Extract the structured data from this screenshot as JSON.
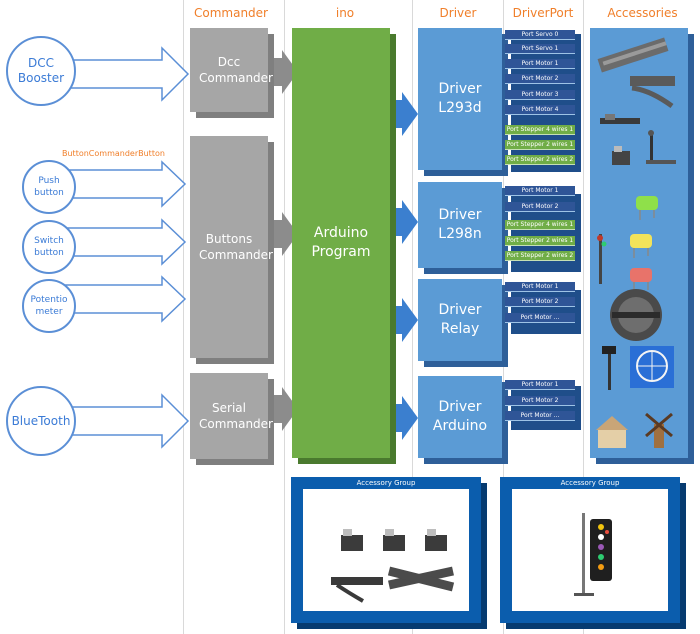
{
  "headers": {
    "commander": "Commander",
    "ino": "ino",
    "driver": "Driver",
    "driverport": "DriverPort",
    "accessories": "Accessories"
  },
  "inputs": {
    "dcc_booster": "DCC Booster",
    "button_commander_button": "ButtonCommanderButton",
    "push_button": "Push button",
    "switch_button": "Switch button",
    "potentiometer": "Potentio meter",
    "bluetooth": "BlueTooth"
  },
  "commanders": {
    "dcc": "Dcc Commander",
    "buttons": "Buttons Commander",
    "serial": "Serial Commander"
  },
  "ino": {
    "program": "Arduino Program"
  },
  "drivers": {
    "l293d": "Driver L293d",
    "l298n": "Driver L298n",
    "relay": "Driver Relay",
    "arduino": "Driver Arduino"
  },
  "ports": {
    "l293d": [
      "Port Servo 0",
      "Port Servo 1",
      "Port Motor 1",
      "Port Motor 2",
      "Port Motor 3",
      "Port Motor 4",
      "Port Stepper 4 wires 1",
      "Port Stepper 2 wires 1",
      "Port Stepper 2 wires 2"
    ],
    "l298n": [
      "Port Motor 1",
      "Port Motor 2",
      "Port Stepper 4 wires 1",
      "Port Stepper 2 wires 1",
      "Port Stepper 2 wires 2"
    ],
    "relay": [
      "Port Motor 1",
      "Port Motor 2",
      "Port Motor ..."
    ],
    "arduino": [
      "Port Motor 1",
      "Port Motor 2",
      "Port Motor ..."
    ]
  },
  "groups": {
    "left_title": "Accessory Group",
    "right_title": "Accessory Group"
  },
  "colors": {
    "header": "#f07f2a",
    "commander": "#a6a6a6",
    "ino": "#70ad47",
    "driver": "#5b9bd5",
    "port_blue": "#2f5597",
    "port_green": "#70ad47",
    "group": "#0b5dad"
  }
}
